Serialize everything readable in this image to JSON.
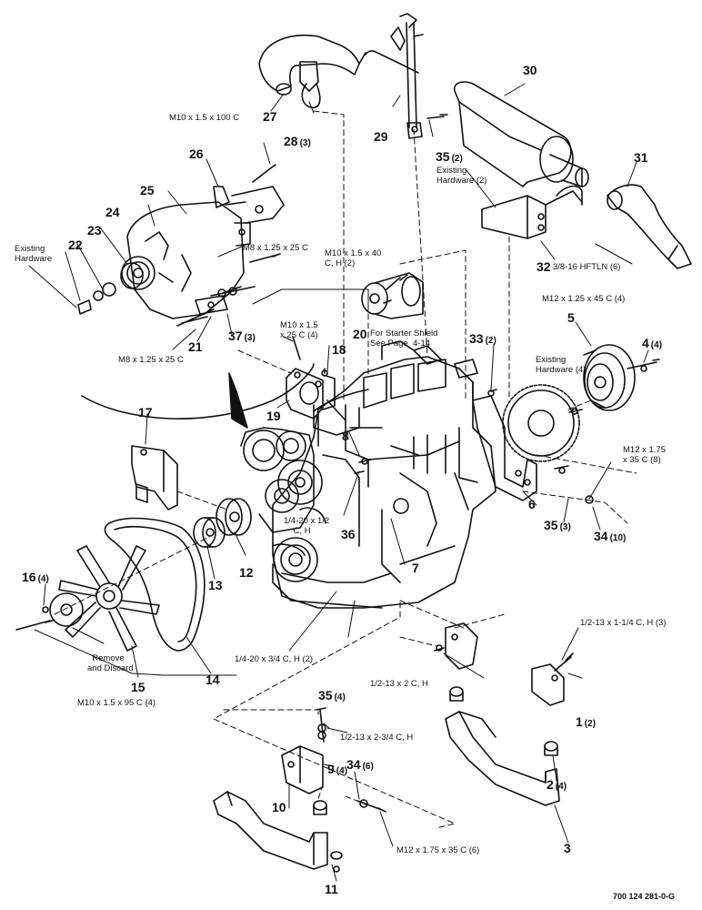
{
  "callouts": {
    "c1": "1",
    "q1": "(2)",
    "c2": "2",
    "q2": "(4)",
    "c3": "3",
    "c4": "4",
    "q4": "(4)",
    "c5": "5",
    "c6": "6",
    "c7": "7",
    "c8": "8",
    "c9": "9",
    "q9": "(4)",
    "c10": "10",
    "c11": "11",
    "c12": "12",
    "c13": "13",
    "c14": "14",
    "c15": "15",
    "c16": "16",
    "q16": "(4)",
    "c17": "17",
    "c18": "18",
    "c19": "19",
    "c20": "20",
    "c21": "21",
    "c22": "22",
    "c23": "23",
    "c24": "24",
    "c25": "25",
    "c26": "26",
    "c27": "27",
    "c28": "28",
    "q28": "(3)",
    "c29": "29",
    "c30": "30",
    "c31": "31",
    "c32": "32",
    "c33": "33",
    "q33": "(2)",
    "c34": "34",
    "q34a": "(10)",
    "q34b": "(6)",
    "c35": "35",
    "q35a": "(2)",
    "q35b": "(3)",
    "q35c": "(4)",
    "c36": "36",
    "c37": "37",
    "q37": "(3)"
  },
  "hardware": {
    "m10_100c": "M10 x 1.5 x 100 C",
    "m8_25c_top": "M8 x 1.25 x 25 C",
    "m8_25c_bottom": "M8 x 1.25 x 25 C",
    "m10_40c": "M10 x 1.5 x 40\nC, H (2)",
    "m10_25c": "M10 x 1.5\nx 25 C (4)",
    "hftln": "3/8-16 HFTLN (6)",
    "m12_45c": "M12 x 1.25 x 45 C (4)",
    "m12_35c_8": "M12 x 1.75\nx 35 C (8)",
    "quarter_20_half": "1/4-20 x 1/2\n    C, H",
    "quarter_20_3q": "1/4-20 x 3/4 C, H (2)",
    "half_13_1q": "1/2-13 x 1-1/4 C, H (3)",
    "half_13_2": "1/2-13 x 2 C, H",
    "m10_95c": "M10 x 1.5 x 95 C  (4)",
    "half_13_2_3q": "1/2-13 x 2-3/4 C, H",
    "m12_35c_6": "M12 x 1.75 x 35 C  (6)"
  },
  "notes": {
    "existing_hw_top": "Existing\nHardware (2)",
    "existing_hw_alt": "Existing\nHardware",
    "existing_hw_right": "Existing\nHardware (4)",
    "starter_shield": "For Starter Shield\nSee Page  4-14",
    "remove_discard": "  Remove\nand Discard"
  },
  "footer": {
    "drawing_number": "700 124 281-0-G"
  }
}
